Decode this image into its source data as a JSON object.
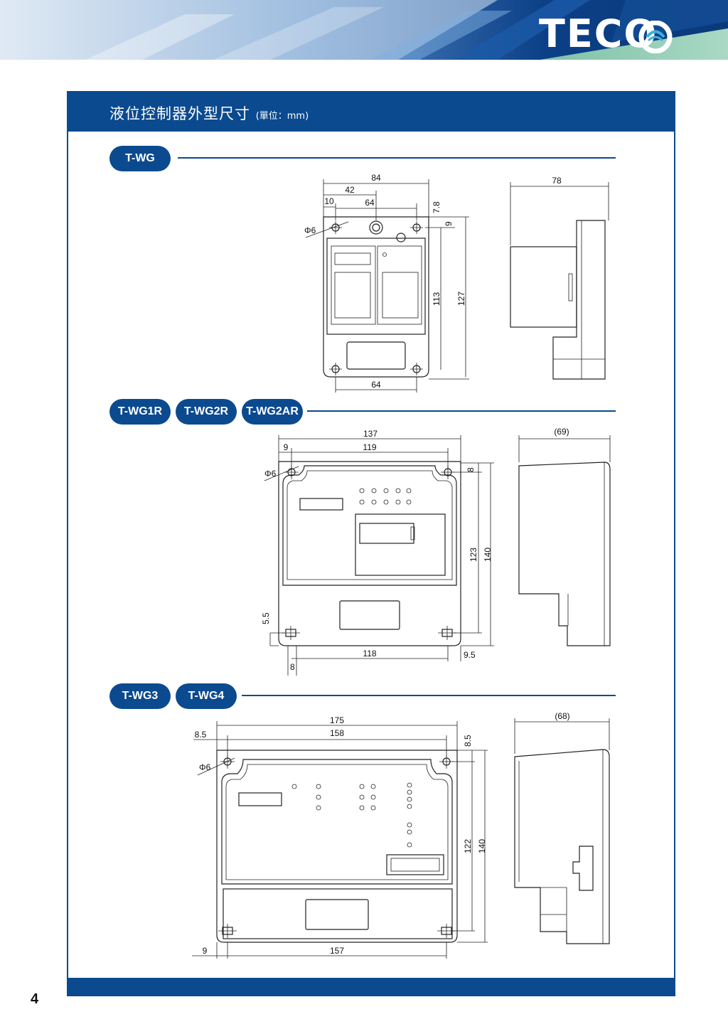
{
  "brand": {
    "logo": "TECO"
  },
  "section": {
    "title": "液位控制器外型尺寸",
    "unit": "(單位：mm)"
  },
  "page_number": "4",
  "groups": [
    {
      "models": [
        "T-WG"
      ],
      "dims": {
        "width_total": "84",
        "half": "42",
        "edge": "10",
        "hole_span": "64",
        "top_offset": "7.8",
        "hole_offset": "9",
        "height_inner": "113",
        "height_total": "127",
        "bottom_span": "64",
        "phi": "Φ6",
        "depth": "78"
      }
    },
    {
      "models": [
        "T-WG1R",
        "T-WG2R",
        "T-WG2AR"
      ],
      "dims": {
        "width_total": "137",
        "edge": "9",
        "hole_span": "119",
        "top_offset": "8",
        "height_inner": "123",
        "height_total": "140",
        "bottom_offset": "5.5",
        "bottom_edge": "8",
        "bottom_span": "118",
        "bottom_right": "9.5",
        "phi": "Φ6",
        "depth": "(69)"
      }
    },
    {
      "models": [
        "T-WG3",
        "T-WG4"
      ],
      "dims": {
        "width_total": "175",
        "edge": "8.5",
        "hole_span": "158",
        "top_offset": "8.5",
        "height_inner": "122",
        "height_total": "140",
        "bottom_edge": "9",
        "bottom_span": "157",
        "phi": "Φ6",
        "depth": "(68)"
      }
    }
  ]
}
